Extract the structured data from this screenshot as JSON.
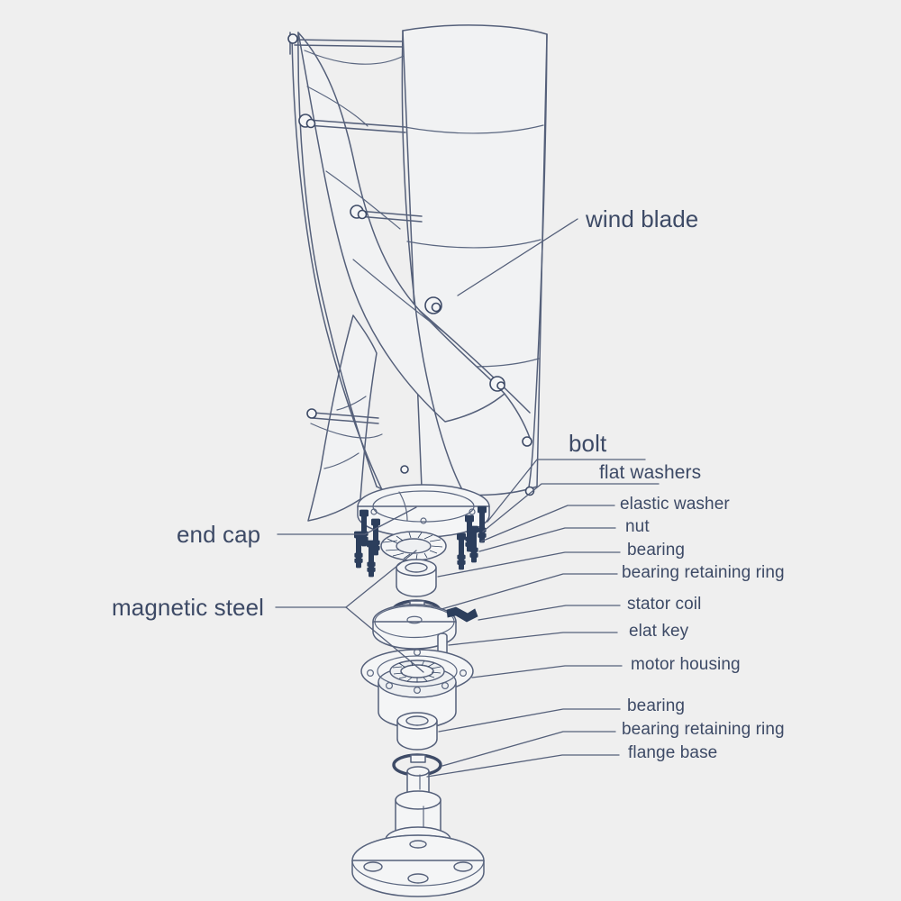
{
  "diagram": {
    "title": "Vertical axis wind turbine exploded assembly diagram",
    "background_color": "#efefef",
    "line_color": "#55607a",
    "ink_color": "#2c3e5c",
    "text_color": "#3d4a66"
  },
  "labels": {
    "wind_blade": "wind blade",
    "bolt": "bolt",
    "flat_washers": "flat washers",
    "elastic_washer": "elastic washer",
    "nut": "nut",
    "bearing_upper": "bearing",
    "bearing_retaining_ring_upper": "bearing retaining ring",
    "stator_coil": "stator coil",
    "elat_key": "elat key",
    "motor_housing": "motor housing",
    "bearing_lower": "bearing",
    "bearing_retaining_ring_lower": "bearing retaining ring",
    "flange_base": "flange base",
    "end_cap": "end cap",
    "magnetic_steel": "magnetic steel"
  },
  "parts_list": [
    {
      "name": "wind blade",
      "side": "right"
    },
    {
      "name": "end cap",
      "side": "left"
    },
    {
      "name": "magnetic steel",
      "side": "left"
    },
    {
      "name": "bolt",
      "side": "right"
    },
    {
      "name": "flat washers",
      "side": "right"
    },
    {
      "name": "elastic washer",
      "side": "right"
    },
    {
      "name": "nut",
      "side": "right"
    },
    {
      "name": "bearing",
      "side": "right"
    },
    {
      "name": "bearing retaining ring",
      "side": "right"
    },
    {
      "name": "stator coil",
      "side": "right"
    },
    {
      "name": "elat key",
      "side": "right"
    },
    {
      "name": "motor housing",
      "side": "right"
    },
    {
      "name": "bearing",
      "side": "right"
    },
    {
      "name": "bearing retaining ring",
      "side": "right"
    },
    {
      "name": "flange base",
      "side": "right"
    }
  ]
}
